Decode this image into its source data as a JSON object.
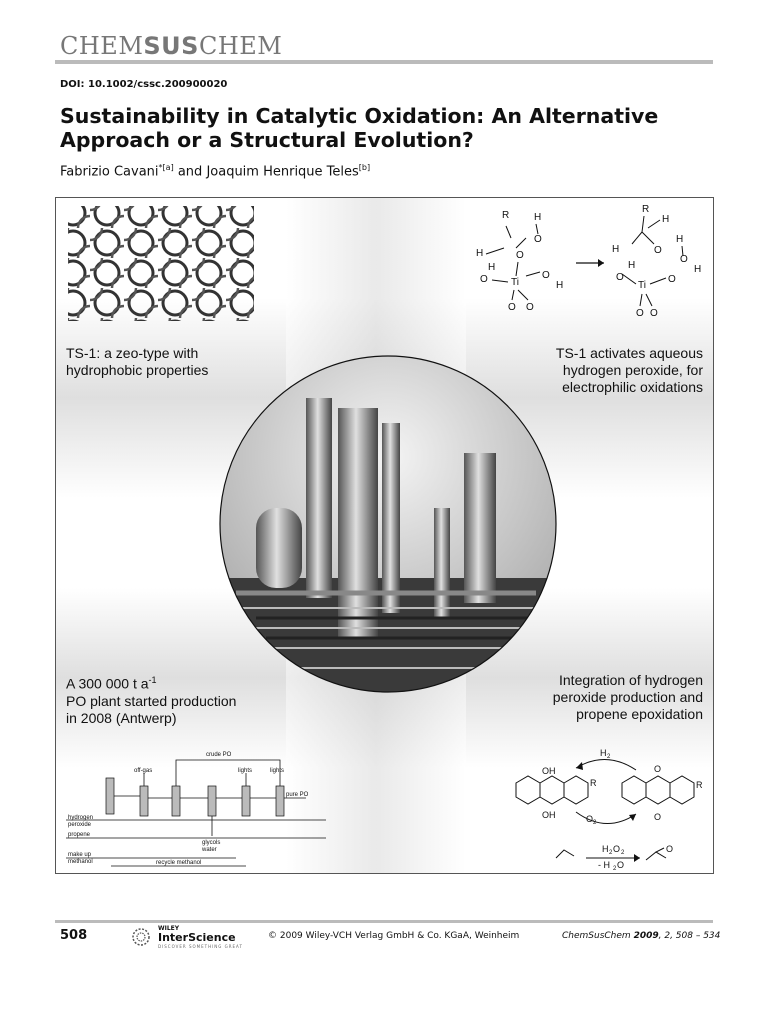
{
  "header": {
    "journal_part1": "CHEM",
    "journal_part2": "SUS",
    "journal_part3": "CHEM",
    "doi": "DOI: 10.1002/cssc.200900020"
  },
  "article": {
    "title": "Sustainability in Catalytic Oxidation: An Alternative Approach or a Structural Evolution?",
    "author1": "Fabrizio Cavani",
    "author1_mark": "*[a]",
    "author_join": " and ",
    "author2": "Joaquim Henrique Teles",
    "author2_mark": "[b]"
  },
  "figure": {
    "caption_tl_1": "TS-1: a zeo-type with",
    "caption_tl_2": "hydrophobic properties",
    "caption_tr_1": "TS-1 activates aqueous",
    "caption_tr_2": "hydrogen peroxide, for",
    "caption_tr_3": "electrophilic oxidations",
    "caption_bl_1": "A 300 000 t a",
    "caption_bl_1_sup": "-1",
    "caption_bl_2": "PO plant started production",
    "caption_bl_3": "in 2008 (Antwerp)",
    "caption_br_1": "Integration of hydrogen",
    "caption_br_2": "peroxide production and",
    "caption_br_3": "propene epoxidation",
    "flow": {
      "crude_po": "crude PO",
      "off_gas": "off-gas",
      "lights1": "lights",
      "lights2": "lights",
      "pure_po": "pure PO",
      "hydrogen_peroxide_1": "hydrogen",
      "hydrogen_peroxide_2": "peroxide",
      "propene": "propene",
      "makeup_1": "make up",
      "makeup_2": "methanol",
      "glycols_1": "glycols",
      "glycols_2": "water",
      "recycle": "recycle methanol"
    },
    "chem": {
      "r": "R",
      "h": "H",
      "o": "O",
      "ti": "Ti",
      "oh": "OH",
      "h2": "H",
      "h2_sub": "2",
      "o2": "O",
      "o2_sub": "2",
      "h2o2": "H",
      "h2o2_sub1": "2",
      "h2o2_o": "O",
      "h2o2_sub2": "2",
      "minus_h2o": "- H",
      "minus_h2o_sub": "2",
      "minus_h2o_o": "O"
    }
  },
  "footer": {
    "page_number": "508",
    "publisher_top": "WILEY",
    "publisher": "InterScience",
    "publisher_sub": "DISCOVER SOMETHING GREAT",
    "copyright": "© 2009 Wiley-VCH Verlag GmbH & Co. KGaA, Weinheim",
    "citation_journal": "ChemSusChem ",
    "citation_year": "2009",
    "citation_rest": ", 2, 508 – 534"
  }
}
